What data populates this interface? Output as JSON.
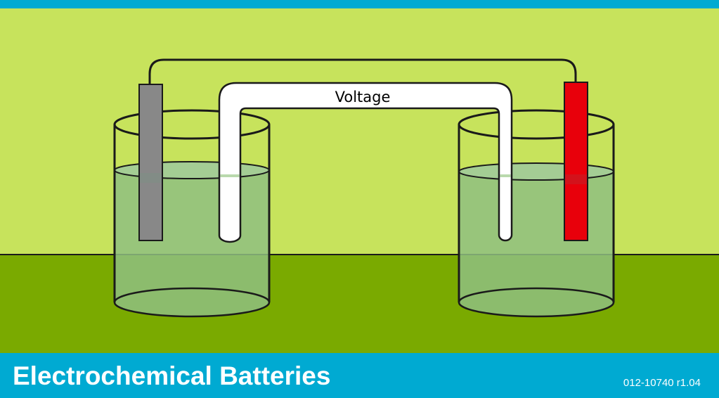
{
  "slide": {
    "title": "Electrochemical Batteries",
    "code": "012-10740 r1.04"
  },
  "diagram": {
    "bridge_label": "Voltage",
    "colors": {
      "frame": "#00aad2",
      "background_upper": "#c7e35c",
      "background_lower": "#7aaa00",
      "solution": "#8fbf80",
      "electrode_left": "#888888",
      "electrode_right": "#e8000b",
      "salt_bridge": "#ffffff",
      "outline": "#1a1a1a"
    }
  }
}
